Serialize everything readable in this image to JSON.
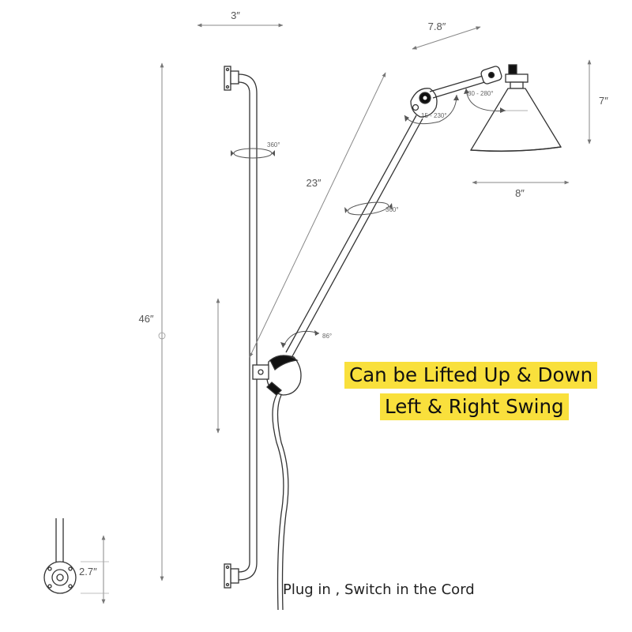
{
  "colors": {
    "highlight": "#f9e03c",
    "line": "#333333",
    "dimension": "#777777",
    "shade_fill": "#111111"
  },
  "dimensions": {
    "top_width": "3″",
    "arm_upper": "7.8″",
    "shade_height": "7″",
    "shade_width": "8″",
    "arm_lower": "23″",
    "rail_height": "46″",
    "base_diameter": "2.7″"
  },
  "angles": {
    "shade_tilt": "30 - 280°",
    "elbow": "15 - 230°",
    "rail_rotate": "360°",
    "arm_rotate": "360°",
    "carriage": "86°"
  },
  "features": {
    "line1": "Can be Lifted Up & Down",
    "line2": "Left & Right Swing"
  },
  "caption": "Plug in , Switch in the Cord"
}
